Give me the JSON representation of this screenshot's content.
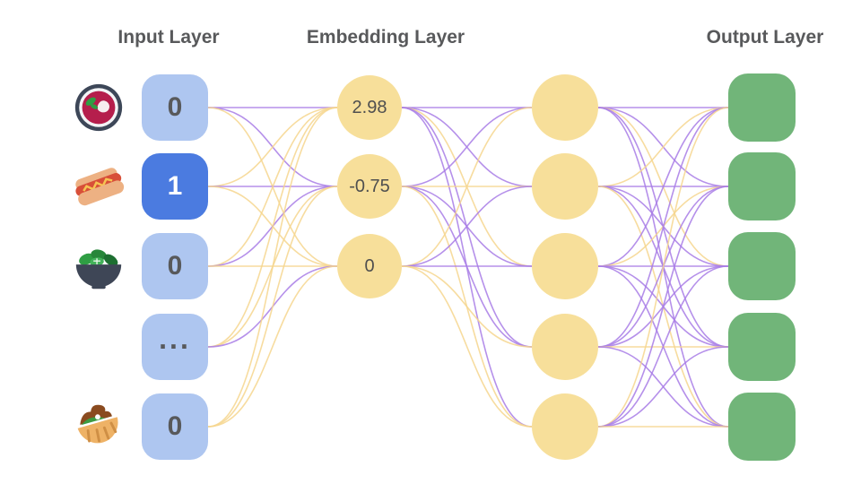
{
  "diagram": {
    "title_input": "Input Layer",
    "title_embedding": "Embedding Layer",
    "title_output": "Output Layer"
  },
  "input_layer": {
    "nodes": [
      {
        "value": "0",
        "active": false,
        "icon": "soup-icon"
      },
      {
        "value": "1",
        "active": true,
        "icon": "hotdog-icon"
      },
      {
        "value": "0",
        "active": false,
        "icon": "salad-icon"
      },
      {
        "value": "...",
        "active": false,
        "icon": ""
      },
      {
        "value": "0",
        "active": false,
        "icon": "pita-icon"
      }
    ]
  },
  "embedding_layer": {
    "nodes": [
      {
        "value": "2.98"
      },
      {
        "value": "-0.75"
      },
      {
        "value": "0"
      }
    ]
  },
  "hidden_layer": {
    "node_count": 5
  },
  "output_layer": {
    "node_count": 5
  },
  "colors": {
    "node_blue": "#aec6f0",
    "node_blue_active": "#4b7be0",
    "node_yellow": "#f7df9a",
    "node_green": "#71b579",
    "edge_purple": "#a87ce6",
    "edge_yellow": "#f6d68e",
    "title_text": "#58595b",
    "value_text": "#4f4f4f"
  },
  "edges": {
    "input_to_embedding": [
      [
        "p",
        "p",
        "y"
      ],
      [
        "y",
        "p",
        "y"
      ],
      [
        "y",
        "p",
        "y"
      ],
      [
        "y",
        "y",
        "p"
      ],
      [
        "y",
        "y",
        "y"
      ]
    ],
    "embedding_to_hidden": [
      [
        "p",
        "p",
        "y",
        "p",
        "p"
      ],
      [
        "p",
        "y",
        "p",
        "p",
        "y"
      ],
      [
        "y",
        "p",
        "p",
        "y",
        "y"
      ]
    ],
    "hidden_to_output": [
      [
        "p",
        "p",
        "y",
        "p",
        "p"
      ],
      [
        "y",
        "p",
        "p",
        "p",
        "y"
      ],
      [
        "p",
        "y",
        "p",
        "p",
        "p"
      ],
      [
        "p",
        "p",
        "p",
        "y",
        "p"
      ],
      [
        "y",
        "p",
        "p",
        "p",
        "y"
      ]
    ]
  }
}
